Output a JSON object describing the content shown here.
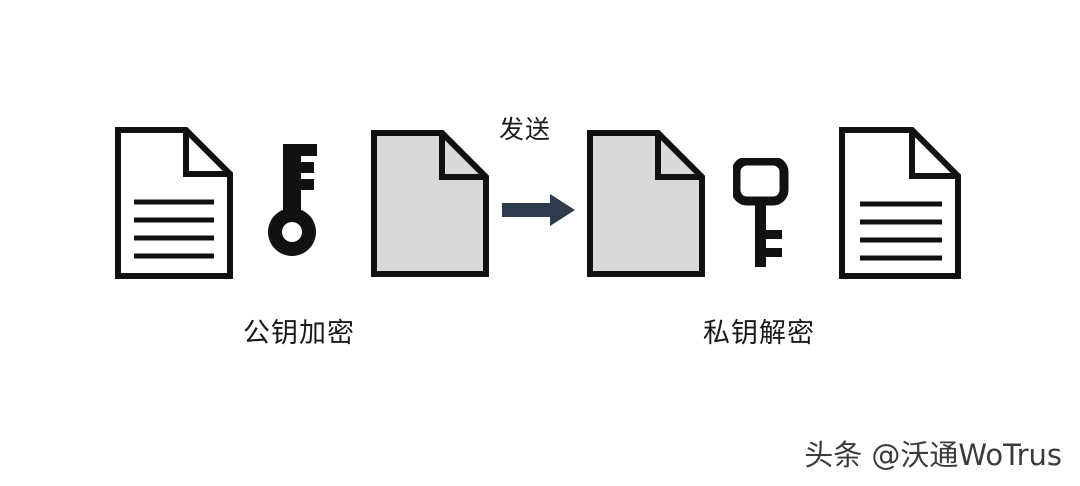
{
  "diagram": {
    "title_text_visible": false,
    "background_color": "#ffffff",
    "ink_color": "#111111",
    "encrypted_fill_color": "#d9d9d9",
    "arrow_color": "#2e3c4e",
    "steps": [
      {
        "id": "plaintext-document-left",
        "name": "plain-document",
        "kind": "document",
        "state": "plaintext",
        "fill": "#ffffff",
        "lines": 4
      },
      {
        "id": "public-key",
        "name": "public-key",
        "kind": "key",
        "style": "round-bow-solid",
        "fill": "#111111"
      },
      {
        "id": "ciphertext-document-left",
        "name": "encrypted-document",
        "kind": "document",
        "state": "encrypted",
        "fill": "#d9d9d9",
        "lines": 0
      },
      {
        "id": "transmission-arrow",
        "name": "send-arrow",
        "kind": "arrow",
        "fill": "#2e3c4e"
      },
      {
        "id": "ciphertext-document-right",
        "name": "encrypted-document",
        "kind": "document",
        "state": "encrypted",
        "fill": "#d9d9d9",
        "lines": 0
      },
      {
        "id": "private-key",
        "name": "private-key",
        "kind": "key",
        "style": "rounded-rect-bow-outline",
        "fill": "#111111"
      },
      {
        "id": "plaintext-document-right",
        "name": "plain-document",
        "kind": "document",
        "state": "plaintext",
        "fill": "#ffffff",
        "lines": 4
      }
    ],
    "labels": {
      "encrypt": "公钥加密",
      "decrypt": "私钥解密",
      "send": "发送"
    }
  },
  "watermark": {
    "prefix": "头条",
    "at": "@",
    "account": "沃通WoTrus",
    "full": "头条 @沃通WoTrus"
  }
}
